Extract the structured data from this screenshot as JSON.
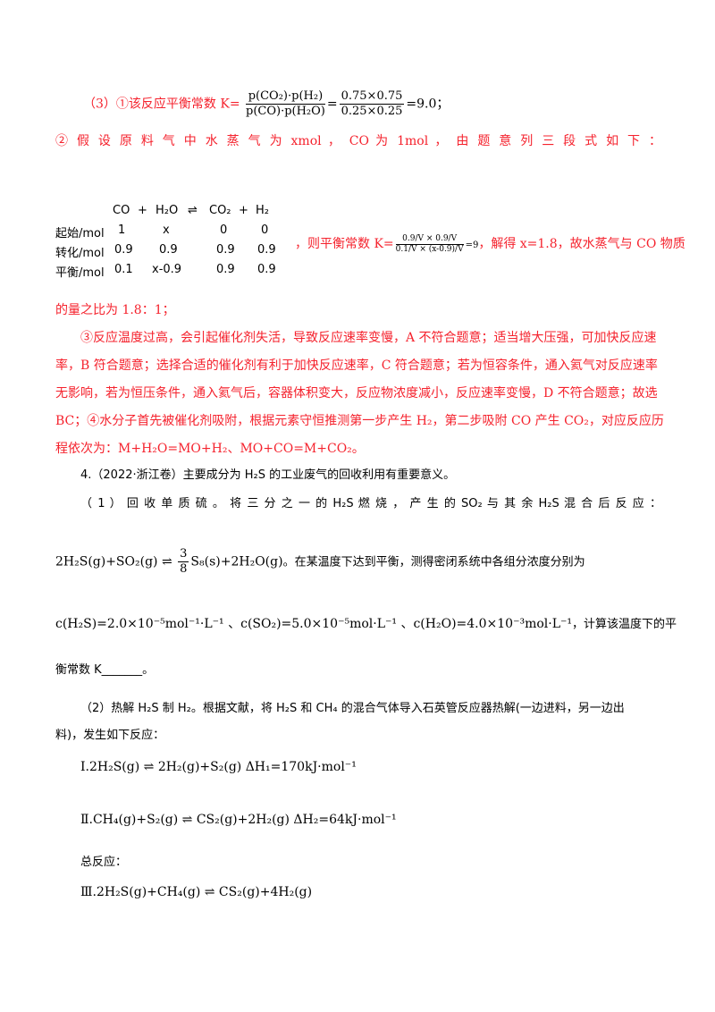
{
  "answer3": {
    "p1_label": "（3）①该反应平衡常数 K=",
    "p1_num": "p(CO₂)·p(H₂)",
    "p1_den": "p(CO)·p(H₂O)",
    "p1_eq": "=",
    "p1_num2": "0.75×0.75",
    "p1_den2": "0.25×0.25",
    "p1_result": "=9.0；",
    "p2": "② 假 设 原 料 气 中 水 蒸 气 为 xmol ， CO 为 1mol ， 由 题 意 列 三 段 式 如 下 ：",
    "table": {
      "header": [
        "CO",
        "+",
        "H₂O",
        "⇌",
        "CO₂",
        "+",
        "H₂"
      ],
      "rows": [
        {
          "label": "起始/mol",
          "values": [
            "1",
            "x",
            "0",
            "0"
          ]
        },
        {
          "label": "转化/mol",
          "values": [
            "0.9",
            "0.9",
            "0.9",
            "0.9"
          ]
        },
        {
          "label": "平衡/mol",
          "values": [
            "0.1",
            "x-0.9",
            "0.9",
            "0.9"
          ]
        }
      ]
    },
    "k_text": "，则平衡常数 K=",
    "k_num": "0.9/V × 0.9/V",
    "k_den": "0.1/V × (x-0.9)/V",
    "k_result": "=9",
    "k_after": "，解得 x=1.8，故水蒸气与 CO 物质",
    "k_line2": "的量之比为 1.8：1；",
    "p3": [
      "③反应温度过高，会引起催化剂失活，导致反应速率变慢，A 不符合题意；适当增大压强，可加快反应速",
      "率，B 符合题意；选择合适的催化剂有利于加快反应速率，C 符合题意；若为恒容条件，通入氦气对反应速率",
      "无影响，若为恒压条件，通入氦气后，容器体积变大，反应物浓度减小，反应速率变慢，D 不符合题意；故选",
      "BC；④水分子首先被催化剂吸附，根据元素守恒推测第一步产生 H₂，第二步吸附 CO 产生 CO₂，对应反应历",
      "程依次为：M+H₂O=MO+H₂、MO+CO=M+CO₂。"
    ]
  },
  "question4": {
    "title": "4.（2022·浙江卷）主要成分为 H₂S 的工业废气的回收利用有重要意义。",
    "q1_line1": "（ 1 ） 回 收 单 质 硫 。 将 三 分 之 一 的 H₂S 燃 烧 ， 产 生 的 SO₂ 与 其 余 H₂S 混 合 后 反 应 ：",
    "q1_eq_left": "2H₂S(g)+SO₂(g) ⇌ ",
    "q1_eq_num": "3",
    "q1_eq_den": "8",
    "q1_eq_right": "S₈(s)+2H₂O(g)",
    "q1_eq_after": "。在某温度下达到平衡，测得密闭系统中各组分浓度分别为",
    "q1_conc": "c(H₂S)=2.0×10⁻⁵mol⁻¹·L⁻¹ 、c(SO₂)=5.0×10⁻⁵mol·L⁻¹ 、c(H₂O)=4.0×10⁻³mol·L⁻¹",
    "q1_conc_after": "，计算该温度下的平",
    "q1_last": "衡常数 K_______。",
    "q2_line1": "（2）热解 H₂S 制 H₂。根据文献，将 H₂S 和 CH₄ 的混合气体导入石英管反应器热解(一边进料，另一边出",
    "q2_line2": "料)，发生如下反应：",
    "reaction1": "Ⅰ.2H₂S(g) ⇌ 2H₂(g)+S₂(g) ΔH₁=170kJ·mol⁻¹",
    "reaction2": "Ⅱ.CH₄(g)+S₂(g) ⇌ CS₂(g)+2H₂(g)   ΔH₂=64kJ·mol⁻¹",
    "total_label": "总反应：",
    "reaction3": "Ⅲ.2H₂S(g)+CH₄(g) ⇌ CS₂(g)+4H₂(g)"
  },
  "colors": {
    "answer_text": "#f5222d",
    "body_text": "#000000"
  }
}
